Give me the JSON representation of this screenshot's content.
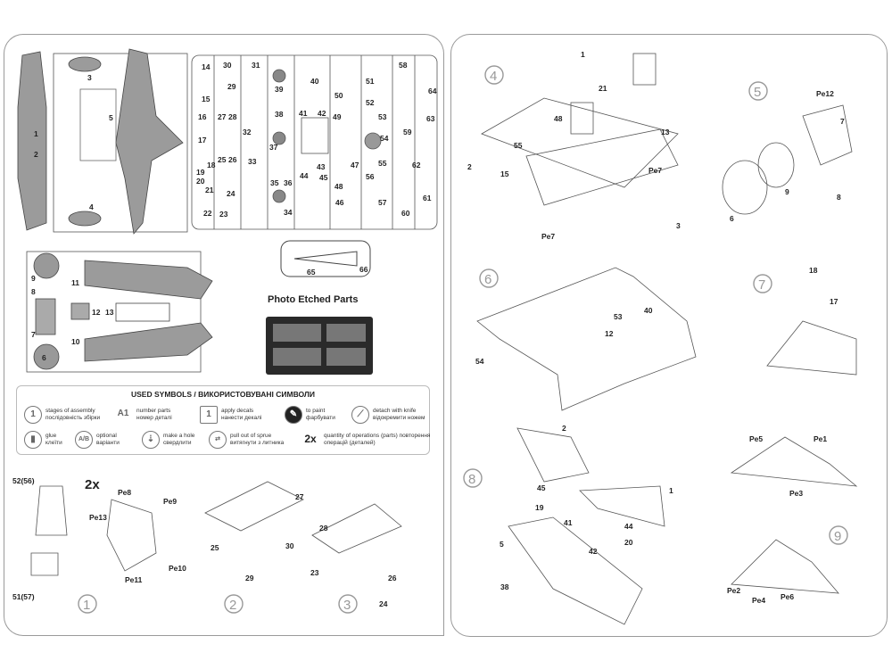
{
  "photo_etched_title": "Photo Etched Parts",
  "legend": {
    "title": "USED SYMBOLS / ВИКОРИСТОВУВАНІ СИМВОЛИ",
    "items": [
      {
        "icon": "1",
        "text": "stages of assembly\nпослідовність збірки"
      },
      {
        "icon": "A1",
        "text": "number parts\nномер деталі"
      },
      {
        "icon": "1",
        "text": "apply decals\nнанести декалі"
      },
      {
        "icon": "brush",
        "text": "to paint\nфарбувати"
      },
      {
        "icon": "knife",
        "text": "detach with knife\nвідокремити ножем"
      },
      {
        "icon": "glue",
        "text": "glue\nклеїти"
      },
      {
        "icon": "A/B",
        "text": "optional\nваріанти"
      },
      {
        "icon": "drill",
        "text": "make a hole\nсвердлити"
      },
      {
        "icon": "pull",
        "text": "pull out of sprue\nвитягнути з литника"
      },
      {
        "icon": "2x",
        "text": "quantity of operations (parts)\nповторення операцій (деталей)"
      }
    ]
  },
  "sprue_a_labels": [
    "1",
    "2",
    "3",
    "4",
    "5"
  ],
  "sprue_b_labels": [
    "14",
    "30",
    "31",
    "58",
    "15",
    "29",
    "39",
    "40",
    "50",
    "51",
    "64",
    "16",
    "27",
    "28",
    "38",
    "41",
    "42",
    "49",
    "52",
    "53",
    "63",
    "17",
    "32",
    "37",
    "43",
    "54",
    "59",
    "18",
    "25",
    "26",
    "33",
    "44",
    "47",
    "55",
    "19",
    "20",
    "21",
    "24",
    "35",
    "36",
    "45",
    "48",
    "56",
    "62",
    "22",
    "23",
    "34",
    "46",
    "57",
    "60",
    "61"
  ],
  "sprue_c_labels": [
    "9",
    "11",
    "8",
    "12",
    "13",
    "7",
    "10",
    "6"
  ],
  "clear_labels": [
    "65",
    "66"
  ],
  "stage1": {
    "num": "1",
    "labels": [
      "52(56)",
      "51(57)",
      "Pe8",
      "Pe9",
      "Pe13",
      "Pe10",
      "Pe11"
    ],
    "mult": "2x"
  },
  "stage2": {
    "num": "2",
    "labels": [
      "27",
      "25",
      "30",
      "29"
    ]
  },
  "stage3": {
    "num": "3",
    "labels": [
      "28",
      "23",
      "26",
      "24"
    ]
  },
  "stage4": {
    "num": "4",
    "labels": [
      "1",
      "21",
      "48",
      "13",
      "55",
      "15",
      "2",
      "Pe7",
      "Pe7",
      "3"
    ]
  },
  "stage5": {
    "num": "5",
    "labels": [
      "Pe12",
      "7",
      "9",
      "6",
      "8"
    ]
  },
  "stage6": {
    "num": "6",
    "labels": [
      "40",
      "53",
      "12",
      "54"
    ]
  },
  "stage7": {
    "num": "7",
    "labels": [
      "18",
      "17"
    ]
  },
  "stage8": {
    "num": "8",
    "labels": [
      "2",
      "1",
      "45",
      "19",
      "41",
      "44",
      "42",
      "20",
      "5",
      "38"
    ]
  },
  "stage9": {
    "num": "9",
    "labels": [
      "Pe5",
      "Pe1",
      "Pe3",
      "Pe2",
      "Pe4",
      "Pe6"
    ]
  }
}
